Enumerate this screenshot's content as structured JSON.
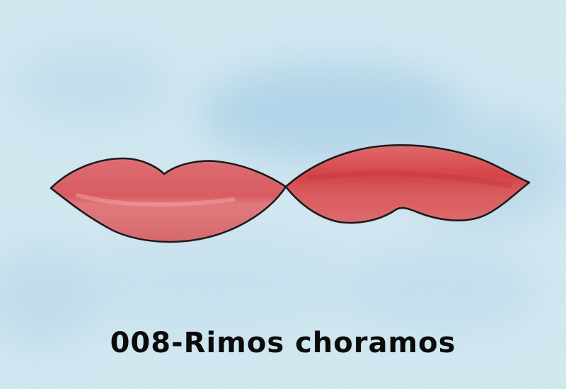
{
  "artwork": {
    "caption": "008-Rimos choramos",
    "colors": {
      "paper": "#cfe6ef",
      "paper_wash": "#bcd9ea",
      "lips_left": "#d9646a",
      "lips_right": "#d74f52",
      "lips_highlight": "#ef9ea0",
      "outline": "#1c1a1d"
    },
    "subjects": [
      "smiling-lips",
      "frowning-lips"
    ]
  }
}
